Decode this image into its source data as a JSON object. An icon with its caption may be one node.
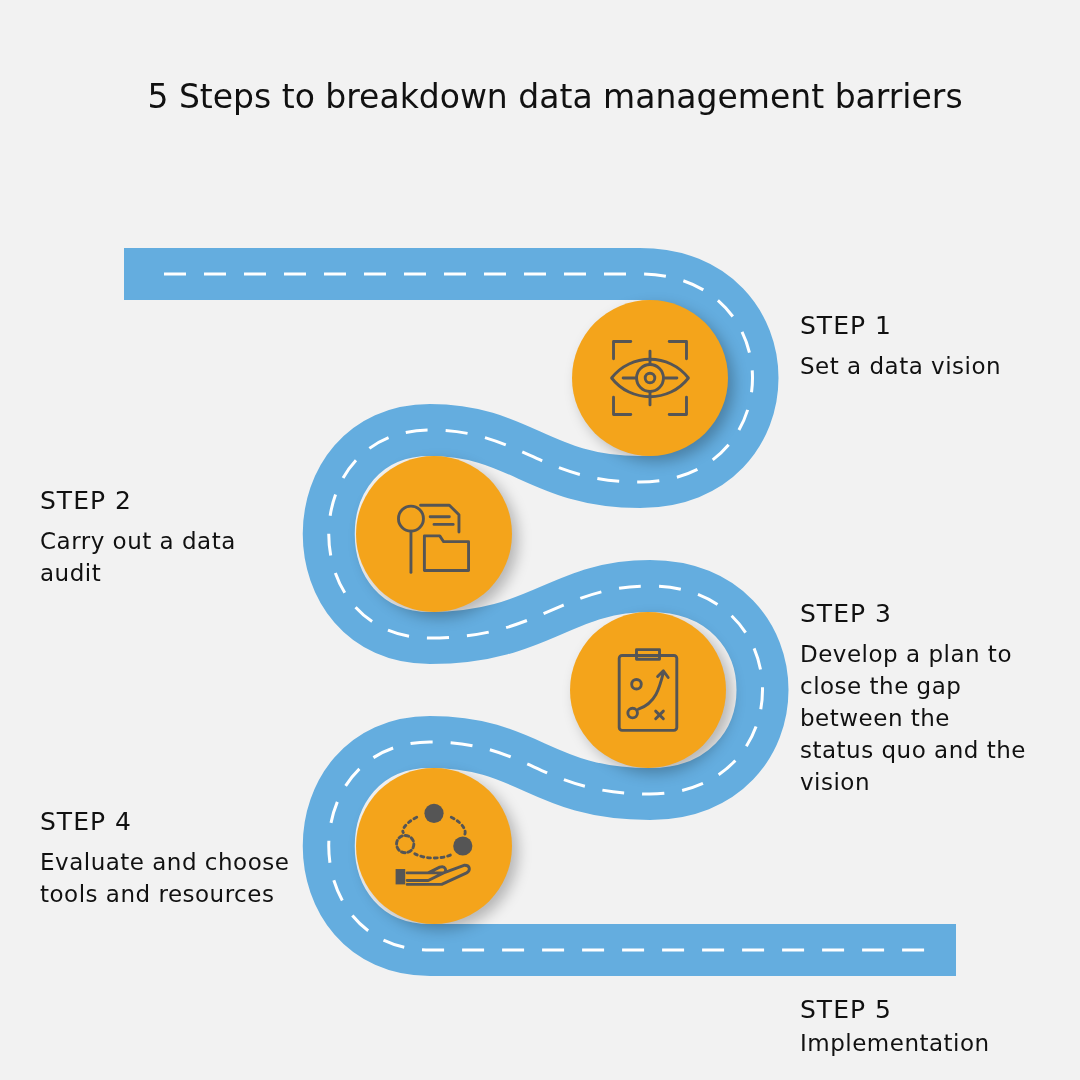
{
  "diagram": {
    "title": "5 Steps to breakdown data management barriers",
    "nodes": [
      {
        "text": [],
        "shape": "circle",
        "beside": [
          "STEP 1",
          "Set a data vision"
        ]
      },
      {
        "text": [],
        "shape": "circle",
        "beside": [
          "STEP 2",
          "Carry out a data audit"
        ]
      },
      {
        "text": [],
        "shape": "circle",
        "beside": [
          "STEP 3",
          "Develop a plan to close the gap between the status quo and the vision"
        ]
      },
      {
        "text": [],
        "shape": "circle",
        "beside": [
          "STEP 4",
          "Evaluate and choose tools and resources"
        ]
      }
    ],
    "labels": [
      "STEP 5",
      "Implementation"
    ]
  }
}
